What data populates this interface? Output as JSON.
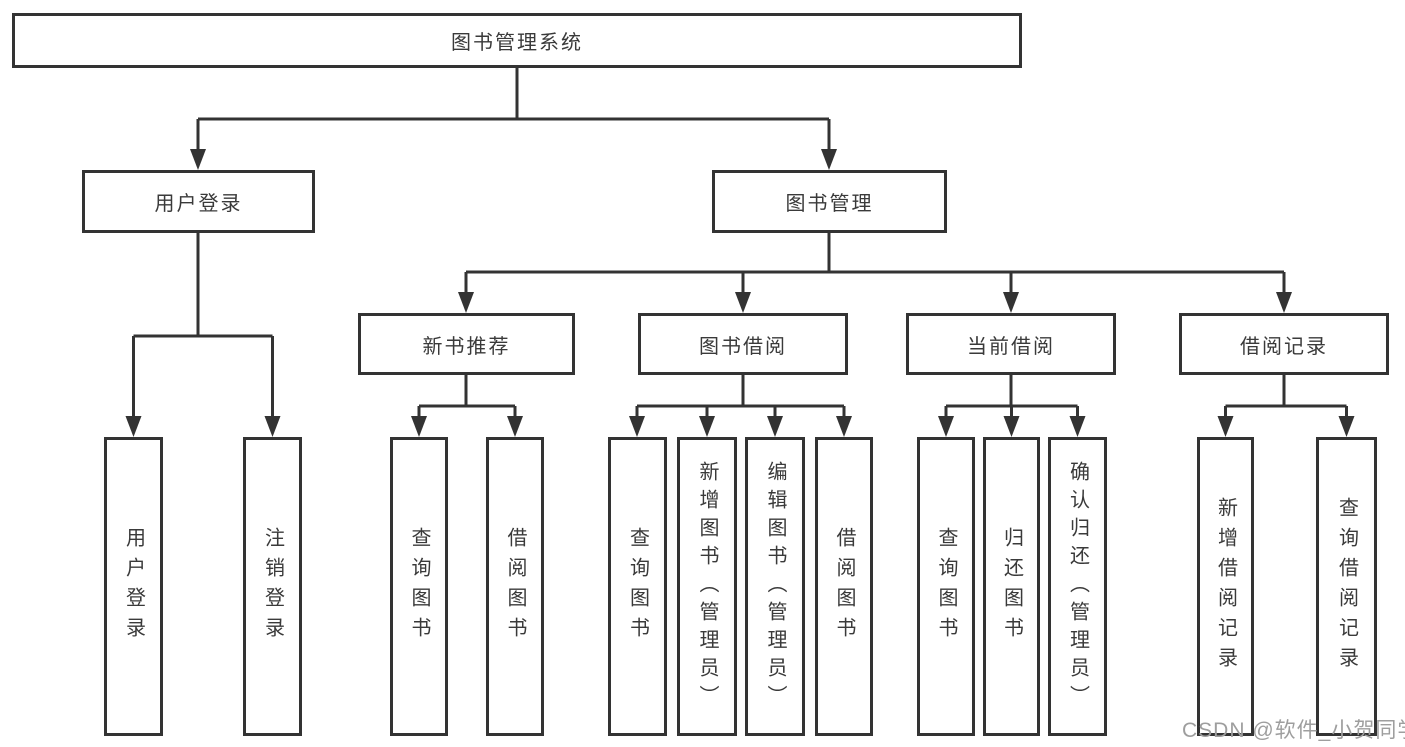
{
  "diagram": {
    "root": {
      "label": "图书管理系统"
    },
    "level2": {
      "user_login": {
        "label": "用户登录"
      },
      "book_management": {
        "label": "图书管理"
      }
    },
    "level3": {
      "new_book_recommend": {
        "label": "新书推荐"
      },
      "book_borrow": {
        "label": "图书借阅"
      },
      "current_borrow": {
        "label": "当前借阅"
      },
      "borrow_records": {
        "label": "借阅记录"
      }
    },
    "leaves": {
      "user_login": {
        "label": "用户登录"
      },
      "logout": {
        "label": "注销登录"
      },
      "query_book_1": {
        "label": "查询图书"
      },
      "borrow_book_1": {
        "label": "借阅图书"
      },
      "query_book_2": {
        "label": "查询图书"
      },
      "add_book_admin": {
        "label": "新增图书（管理员）"
      },
      "edit_book_admin": {
        "label": "编辑图书（管理员）"
      },
      "borrow_book_2": {
        "label": "借阅图书"
      },
      "query_book_3": {
        "label": "查询图书"
      },
      "return_book": {
        "label": "归还图书"
      },
      "confirm_return_admin": {
        "label": "确认归还（管理员）"
      },
      "add_borrow_record": {
        "label": "新增借阅记录"
      },
      "query_borrow_record": {
        "label": "查询借阅记录"
      }
    },
    "watermark": "CSDN @软件_小贺同学",
    "colors": {
      "line": "#333333",
      "text": "#3a3a3a",
      "background": "#ffffff",
      "watermark": "#9e9e9e"
    }
  }
}
